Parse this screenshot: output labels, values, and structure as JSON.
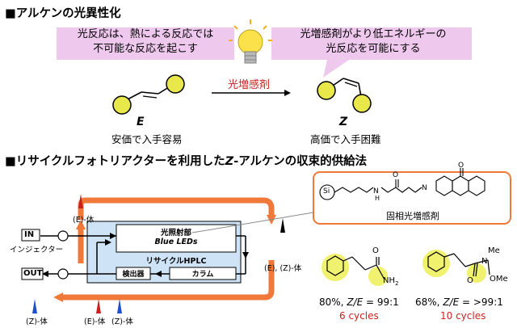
{
  "section1": {
    "title": "■アルケンの光異性化",
    "callout_left": [
      "光反応は、熱による反応では",
      "不可能な反応を起こす"
    ],
    "callout_right": [
      "光増感剤がより低エネルギーの",
      "光反応を可能にする"
    ],
    "arrow_label": "光増感剤",
    "e_label": "E",
    "e_caption": "安価で入手容易",
    "z_label": "Z",
    "z_caption": "高価で入手困難"
  },
  "section2": {
    "title_prefix": "■リサイクルフォトリアクターを利用した",
    "title_z": "Z",
    "title_suffix": "-アルケンの収束的供給法",
    "in_label": "IN",
    "injector_label": "インジェクター",
    "out_label": "OUT",
    "e_isomer": "(E)-体",
    "ez_isomer": "(E), (Z)-体",
    "z_isomer": "(Z)-体",
    "bottom_e": "(E)-体",
    "bottom_z": "(Z)-体",
    "photo_unit": "光照射部",
    "blue_leds": "Blue LEDs",
    "recycle_hplc": "リサイクルHPLC",
    "detector": "検出器",
    "column": "カラム",
    "si_label": "Si",
    "sensitizer_caption": "固相光増感剤",
    "product1": {
      "yield": "80%,",
      "ratio_label": "Z/E",
      "ratio_value": " = 99:1",
      "cycles": "6 cycles"
    },
    "product2": {
      "yield": "68%,",
      "ratio_label": "Z/E",
      "ratio_value": " = >99:1",
      "cycles": "10 cycles"
    },
    "atom_o": "O",
    "atom_nh2": "NH",
    "atom_nh2_sub": "2",
    "atom_n": "N",
    "atom_me": "Me",
    "atom_ome": "OMe",
    "atom_nh": "H",
    "atom_n2": "N"
  },
  "colors": {
    "callout": "#efc8ee",
    "accent_orange": "#f07838",
    "red": "#cc1f1f",
    "blue_box": "#cfe3f6",
    "cycles_red": "#d02020",
    "ball": "#e8e84a"
  }
}
